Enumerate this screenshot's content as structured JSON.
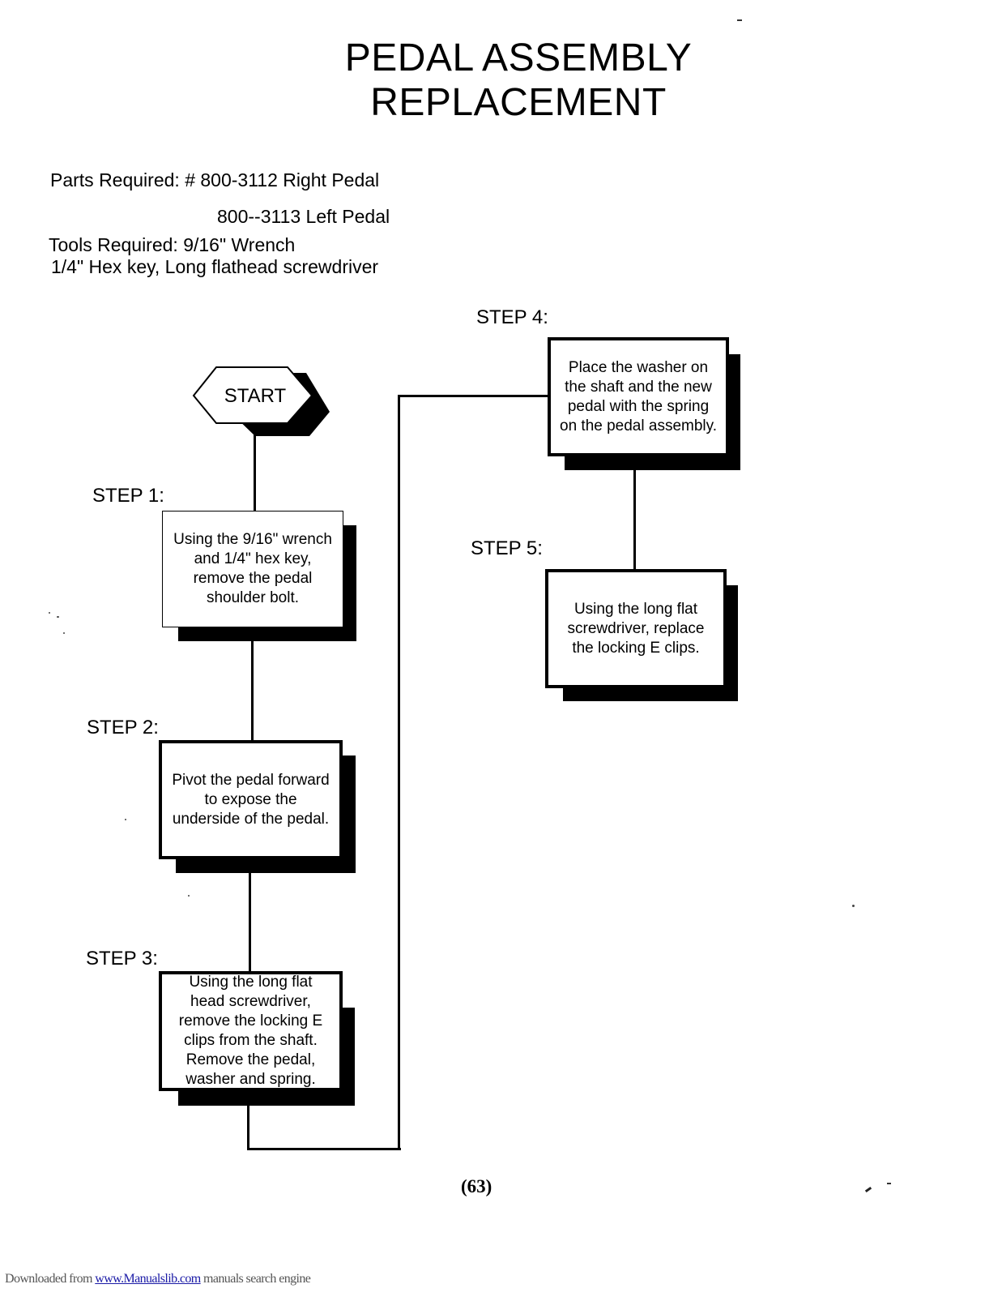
{
  "document": {
    "title_line1": "PEDAL ASSEMBLY",
    "title_line2": "REPLACEMENT",
    "parts_required_line1": "Parts Required: # 800-3112 Right Pedal",
    "parts_required_line2": "800--3113 Left Pedal",
    "tools_required_line1": "Tools Required: 9/16\" Wrench",
    "tools_required_line2": "1/4\" Hex key, Long flathead screwdriver",
    "page_number": "(63)"
  },
  "flowchart": {
    "start_label": "START",
    "steps": [
      {
        "label": "STEP 1:",
        "lines": [
          "Using the 9/16\" wrench",
          "and 1/4\" hex key,",
          "remove the pedal",
          "shoulder bolt."
        ]
      },
      {
        "label": "STEP 2:",
        "lines": [
          "Pivot the pedal forward",
          "to expose the",
          "underside of the pedal."
        ]
      },
      {
        "label": "STEP 3:",
        "lines": [
          "Using the long flat",
          "head screwdriver,",
          "remove the locking E",
          "clips from the shaft.",
          "Remove the pedal,",
          "washer and spring."
        ]
      },
      {
        "label": "STEP 4:",
        "lines": [
          "Place the washer on",
          "the shaft and the new",
          "pedal with the spring",
          "on the pedal assembly."
        ]
      },
      {
        "label": "STEP 5:",
        "lines": [
          "Using the long flat",
          "screwdriver, replace",
          "the locking E clips."
        ]
      }
    ]
  },
  "footer": {
    "prefix": "Downloaded from ",
    "link_text": "www.Manualslib.com",
    "suffix": " manuals search engine"
  }
}
